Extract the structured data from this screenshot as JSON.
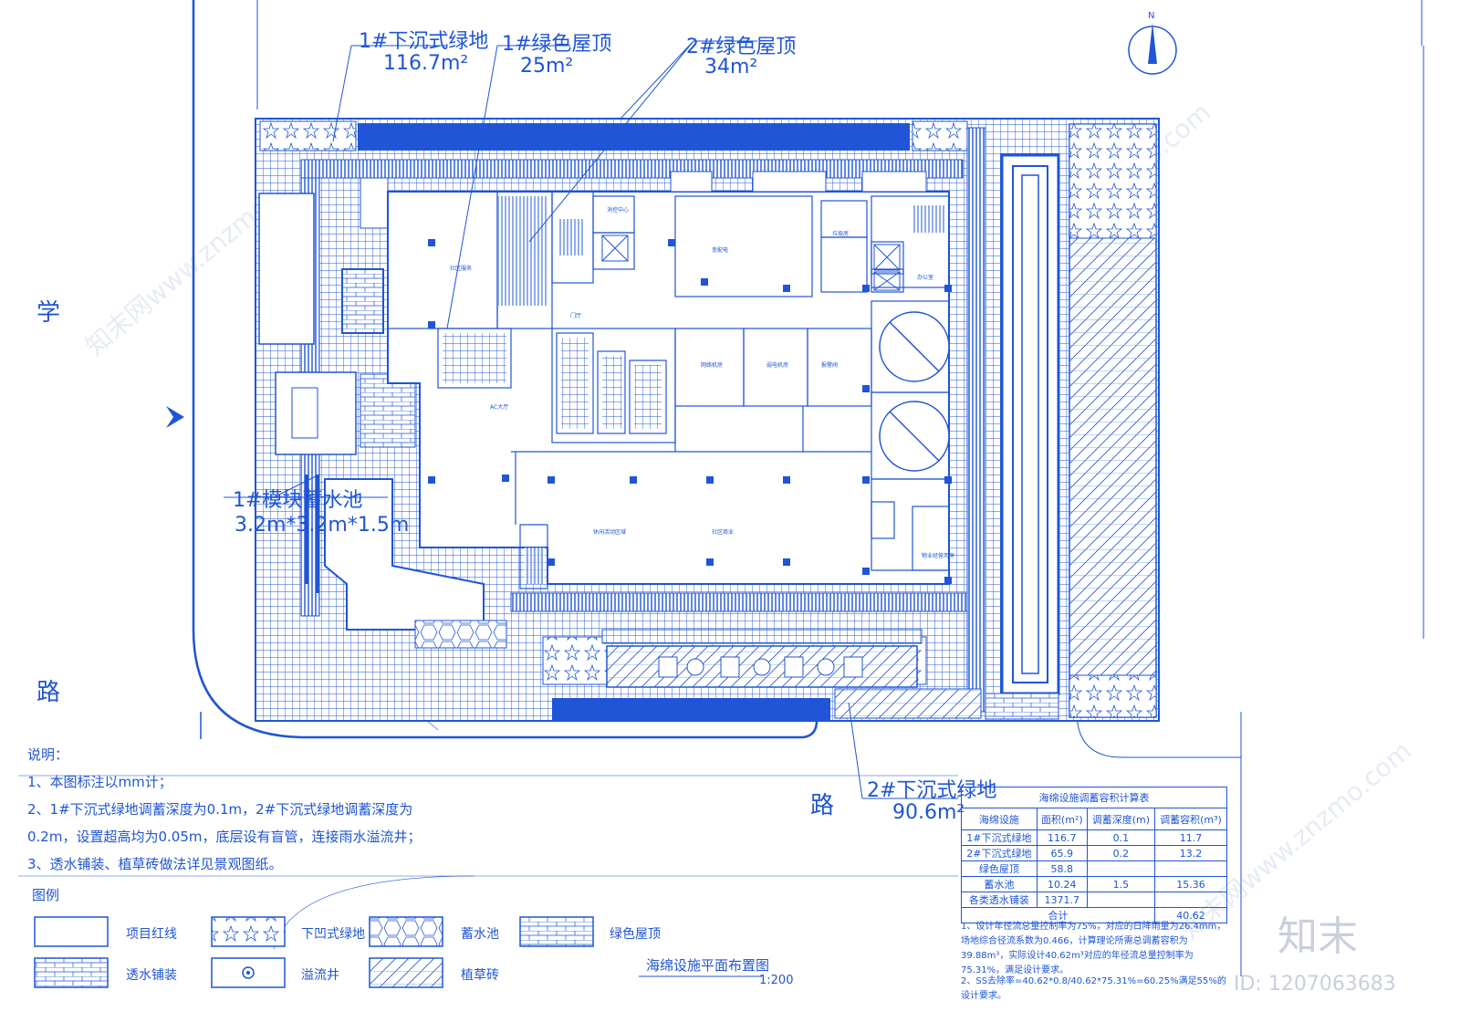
{
  "callouts": {
    "sunken_green_1": {
      "name": "1#下沉式绿地",
      "area": "116.7m²"
    },
    "green_roof_1": {
      "name": "1#绿色屋顶",
      "area": "25m²"
    },
    "green_roof_2": {
      "name": "2#绿色屋顶",
      "area": "34m²"
    },
    "module_tank_1": {
      "name": "1#模块蓄水池",
      "size": "3.2m*3.2m*1.5m"
    },
    "sunken_green_2": {
      "name": "2#下沉式绿地",
      "area": "90.6m²"
    }
  },
  "compass_label": "N",
  "roads": {
    "left_top": "学",
    "left_bottom": "路",
    "bottom": "路"
  },
  "notes": {
    "title": "说明：",
    "line1": "1、本图标注以mm计；",
    "line2": "2、1#下沉式绿地调蓄深度为0.1m，2#下沉式绿地调蓄深度为",
    "line3": "0.2m，设置超高均为0.05m，底层设有盲管，连接雨水溢流井；",
    "line4": "3、透水铺装、植草砖做法详见景观图纸。"
  },
  "legend": {
    "title": "图例",
    "items": [
      "项目红线",
      "下凹式绿地",
      "蓄水池",
      "绿色屋顶",
      "透水铺装",
      "溢流井",
      "植草砖"
    ]
  },
  "drawing_title": {
    "name": "海绵设施平面布置图",
    "scale": "1:200"
  },
  "calc_table": {
    "title": "海绵设施调蓄容积计算表",
    "headers": [
      "海绵设施",
      "面积(m²)",
      "调蓄深度(m)",
      "调蓄容积(m³)"
    ],
    "rows": [
      [
        "1#下沉式绿地",
        "116.7",
        "0.1",
        "11.7"
      ],
      [
        "2#下沉式绿地",
        "65.9",
        "0.2",
        "13.2"
      ],
      [
        "绿色屋顶",
        "58.8",
        "",
        ""
      ],
      [
        "蓄水池",
        "10.24",
        "1.5",
        "15.36"
      ],
      [
        "各类透水铺装",
        "1371.7",
        "",
        ""
      ]
    ],
    "total_label": "合计",
    "total_value": "40.62",
    "note1": "1、设计年径流总量控制率为75%，对应的日降雨量为26.4mm，场地综合径流系数为0.466，计算理论所需总调蓄容积为39.88m³，实际设计40.62m³对应的年径流总量控制率为75.31%，满足设计要求。",
    "note2": "2、SS去除率=40.62*0.8/40.62*75.31%=60.25%满足55%的设计要求。"
  },
  "rooms": [
    "社区服务",
    "消控中心",
    "门厅",
    "变配电",
    "垃圾房",
    "办公室",
    "网络机房",
    "弱电机房",
    "AC大厅",
    "休闲活动区域",
    "社区商业",
    "物业经营用房",
    "报警阀"
  ],
  "brand": {
    "logo": "知末",
    "id": "ID: 1207063683"
  },
  "watermark": "知末网www.znzmo.com"
}
